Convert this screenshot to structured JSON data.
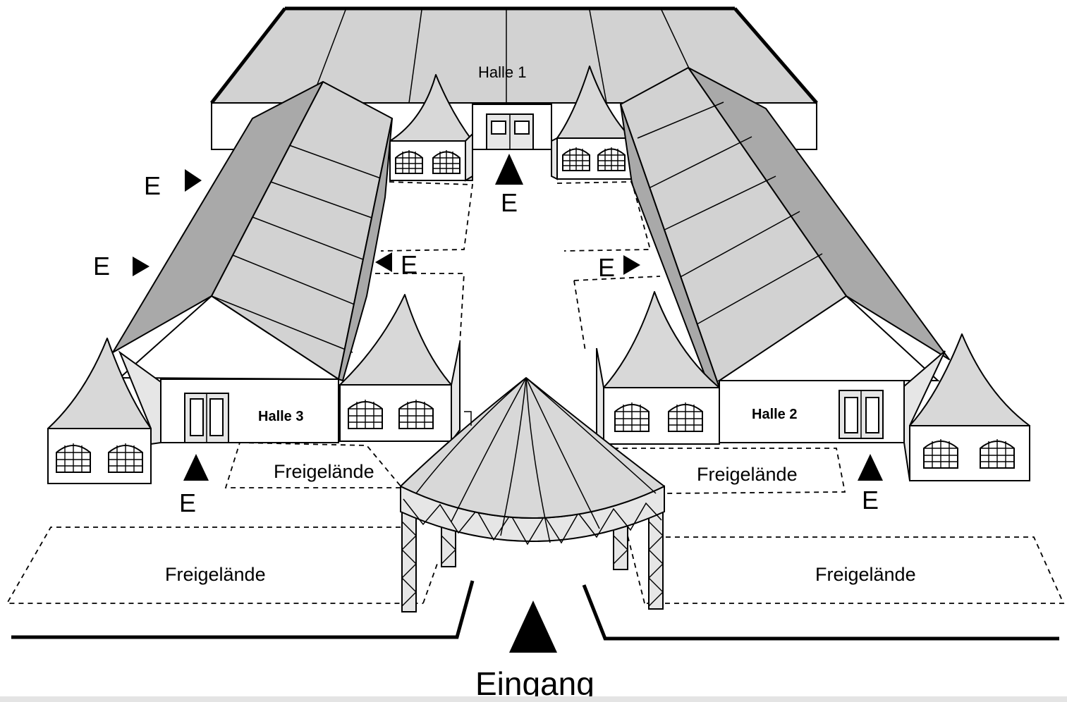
{
  "halls": {
    "hall1": "Halle 1",
    "hall2": "Halle 2",
    "hall3": "Halle 3"
  },
  "open_area_label": "Freigelände",
  "entry_marker": "E",
  "main_entrance": "Eingang"
}
